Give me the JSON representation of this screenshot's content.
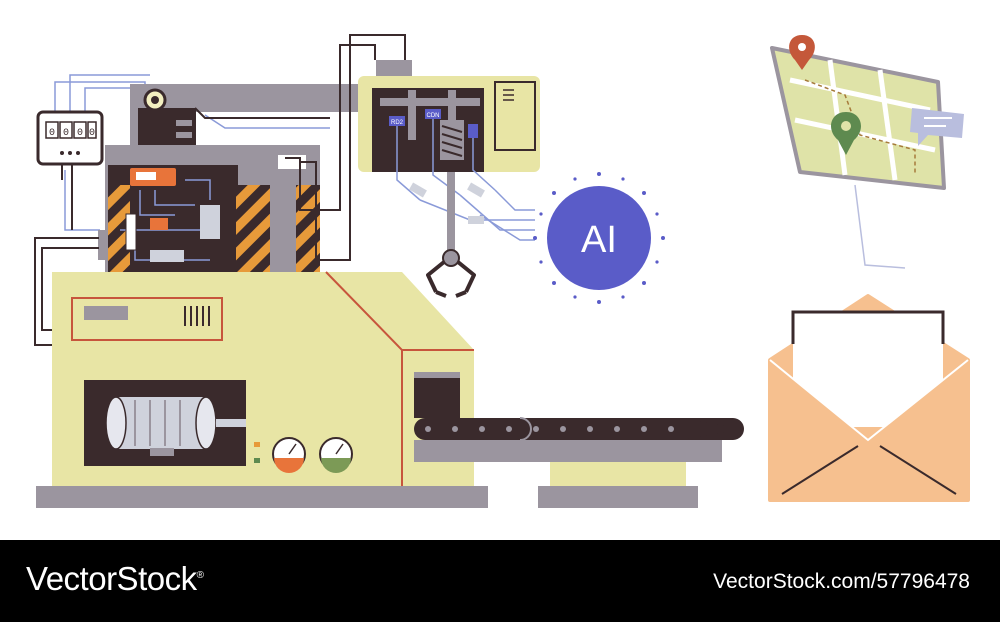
{
  "illustration": {
    "counter_digits": [
      "0",
      "0",
      "0",
      "0"
    ],
    "chip_labels": [
      "RD2",
      "CDN"
    ],
    "ai_badge": "AI",
    "colors": {
      "machine_body": "#e8e5a5",
      "machine_outline": "#c7553c",
      "frame_gray": "#9b959f",
      "dark_panel": "#3a2a2c",
      "hazard_orange": "#e79a3a",
      "ai_blue": "#5a5cc8",
      "map_pin_orange": "#c4583a",
      "map_pin_green": "#5e8a4f",
      "envelope": "#f6c08f",
      "envelope_outline": "#3a2a2c"
    },
    "icons": [
      "digital-counter-icon",
      "robotic-arm-icon",
      "claw-gripper-icon",
      "ai-chip-icon",
      "map-pin-icon",
      "chat-bubble-icon",
      "envelope-icon",
      "gauge-icon",
      "electric-motor-icon",
      "conveyor-belt-icon"
    ]
  },
  "footer": {
    "brand": "VectorStock",
    "brand_mark": "®",
    "url": "VectorStock.com/57796478"
  }
}
